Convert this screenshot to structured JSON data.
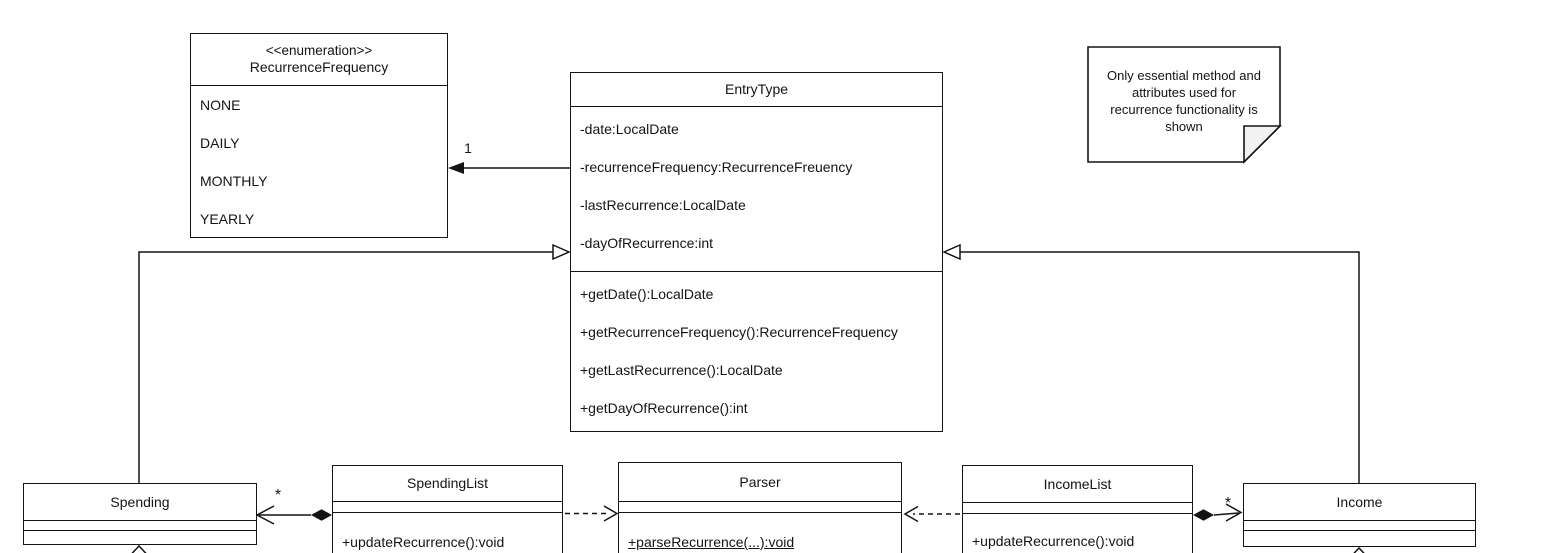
{
  "colors": {
    "line": "#141414",
    "background": "#ffffff",
    "note_fill": "#ffffff",
    "note_fold": "#f2f2f2"
  },
  "enumeration": {
    "stereotype": "<<enumeration>>",
    "name": "RecurrenceFrequency",
    "values": [
      "NONE",
      "DAILY",
      "MONTHLY",
      "YEARLY"
    ]
  },
  "entry_type": {
    "name": "EntryType",
    "attributes": [
      "-date:LocalDate",
      "-recurrenceFrequency:RecurrenceFreuency",
      "-lastRecurrence:LocalDate",
      "-dayOfRecurrence:int"
    ],
    "methods": [
      "+getDate():LocalDate",
      "+getRecurrenceFrequency():RecurrenceFrequency",
      "+getLastRecurrence():LocalDate",
      "+getDayOfRecurrence():int"
    ]
  },
  "note": {
    "text": "Only essential method and\nattributes used for\nrecurrence functionality is\nshown"
  },
  "spending": {
    "name": "Spending"
  },
  "spending_list": {
    "name": "SpendingList",
    "methods": [
      "+updateRecurrence():void"
    ]
  },
  "parser": {
    "name": "Parser",
    "methods": [
      "+parseRecurrence(...):void"
    ]
  },
  "income_list": {
    "name": "IncomeList",
    "methods": [
      "+updateRecurrence():void"
    ]
  },
  "income": {
    "name": "Income"
  },
  "labels": {
    "recurrence_multiplicity": "1",
    "spending_multiplicity": "*",
    "income_multiplicity": "*"
  }
}
